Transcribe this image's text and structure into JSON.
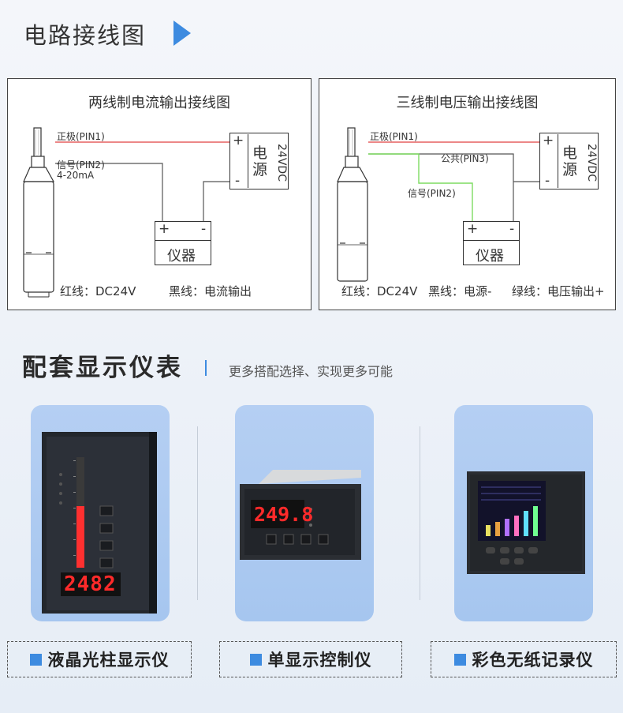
{
  "header": {
    "title": "电路接线图"
  },
  "wiring": {
    "left": {
      "title": "两线制电流输出接线图",
      "pin1": "正极(PIN1)",
      "pin2": "信号(PIN2)",
      "signal": "4-20mA",
      "plus": "+",
      "minus": "-",
      "power_label": "电\n源",
      "power_voltage": "24VDC",
      "instrument": "仪器",
      "red_wire": "红线：DC24V",
      "black_wire": "黑线：电流输出"
    },
    "right": {
      "title": "三线制电压输出接线图",
      "pin1": "正极(PIN1)",
      "pin3": "公共(PIN3)",
      "pin2": "信号(PIN2)",
      "plus": "+",
      "minus": "-",
      "power_label": "电\n源",
      "power_voltage": "24VDC",
      "instrument": "仪器",
      "red_wire": "红线：DC24V",
      "black_wire": "黑线：电源-",
      "green_wire": "绿线：电压输出+"
    },
    "colors": {
      "red": "#e04040",
      "green": "#7ddc60",
      "line": "#555555"
    }
  },
  "meters": {
    "title": "配套显示仪表",
    "subtitle": "更多搭配选择、实现更多可能",
    "items": [
      {
        "label": "液晶光柱显示仪",
        "reading": "2482"
      },
      {
        "label": "单显示控制仪",
        "reading": "249.8"
      },
      {
        "label": "彩色无纸记录仪",
        "reading": ""
      }
    ]
  }
}
